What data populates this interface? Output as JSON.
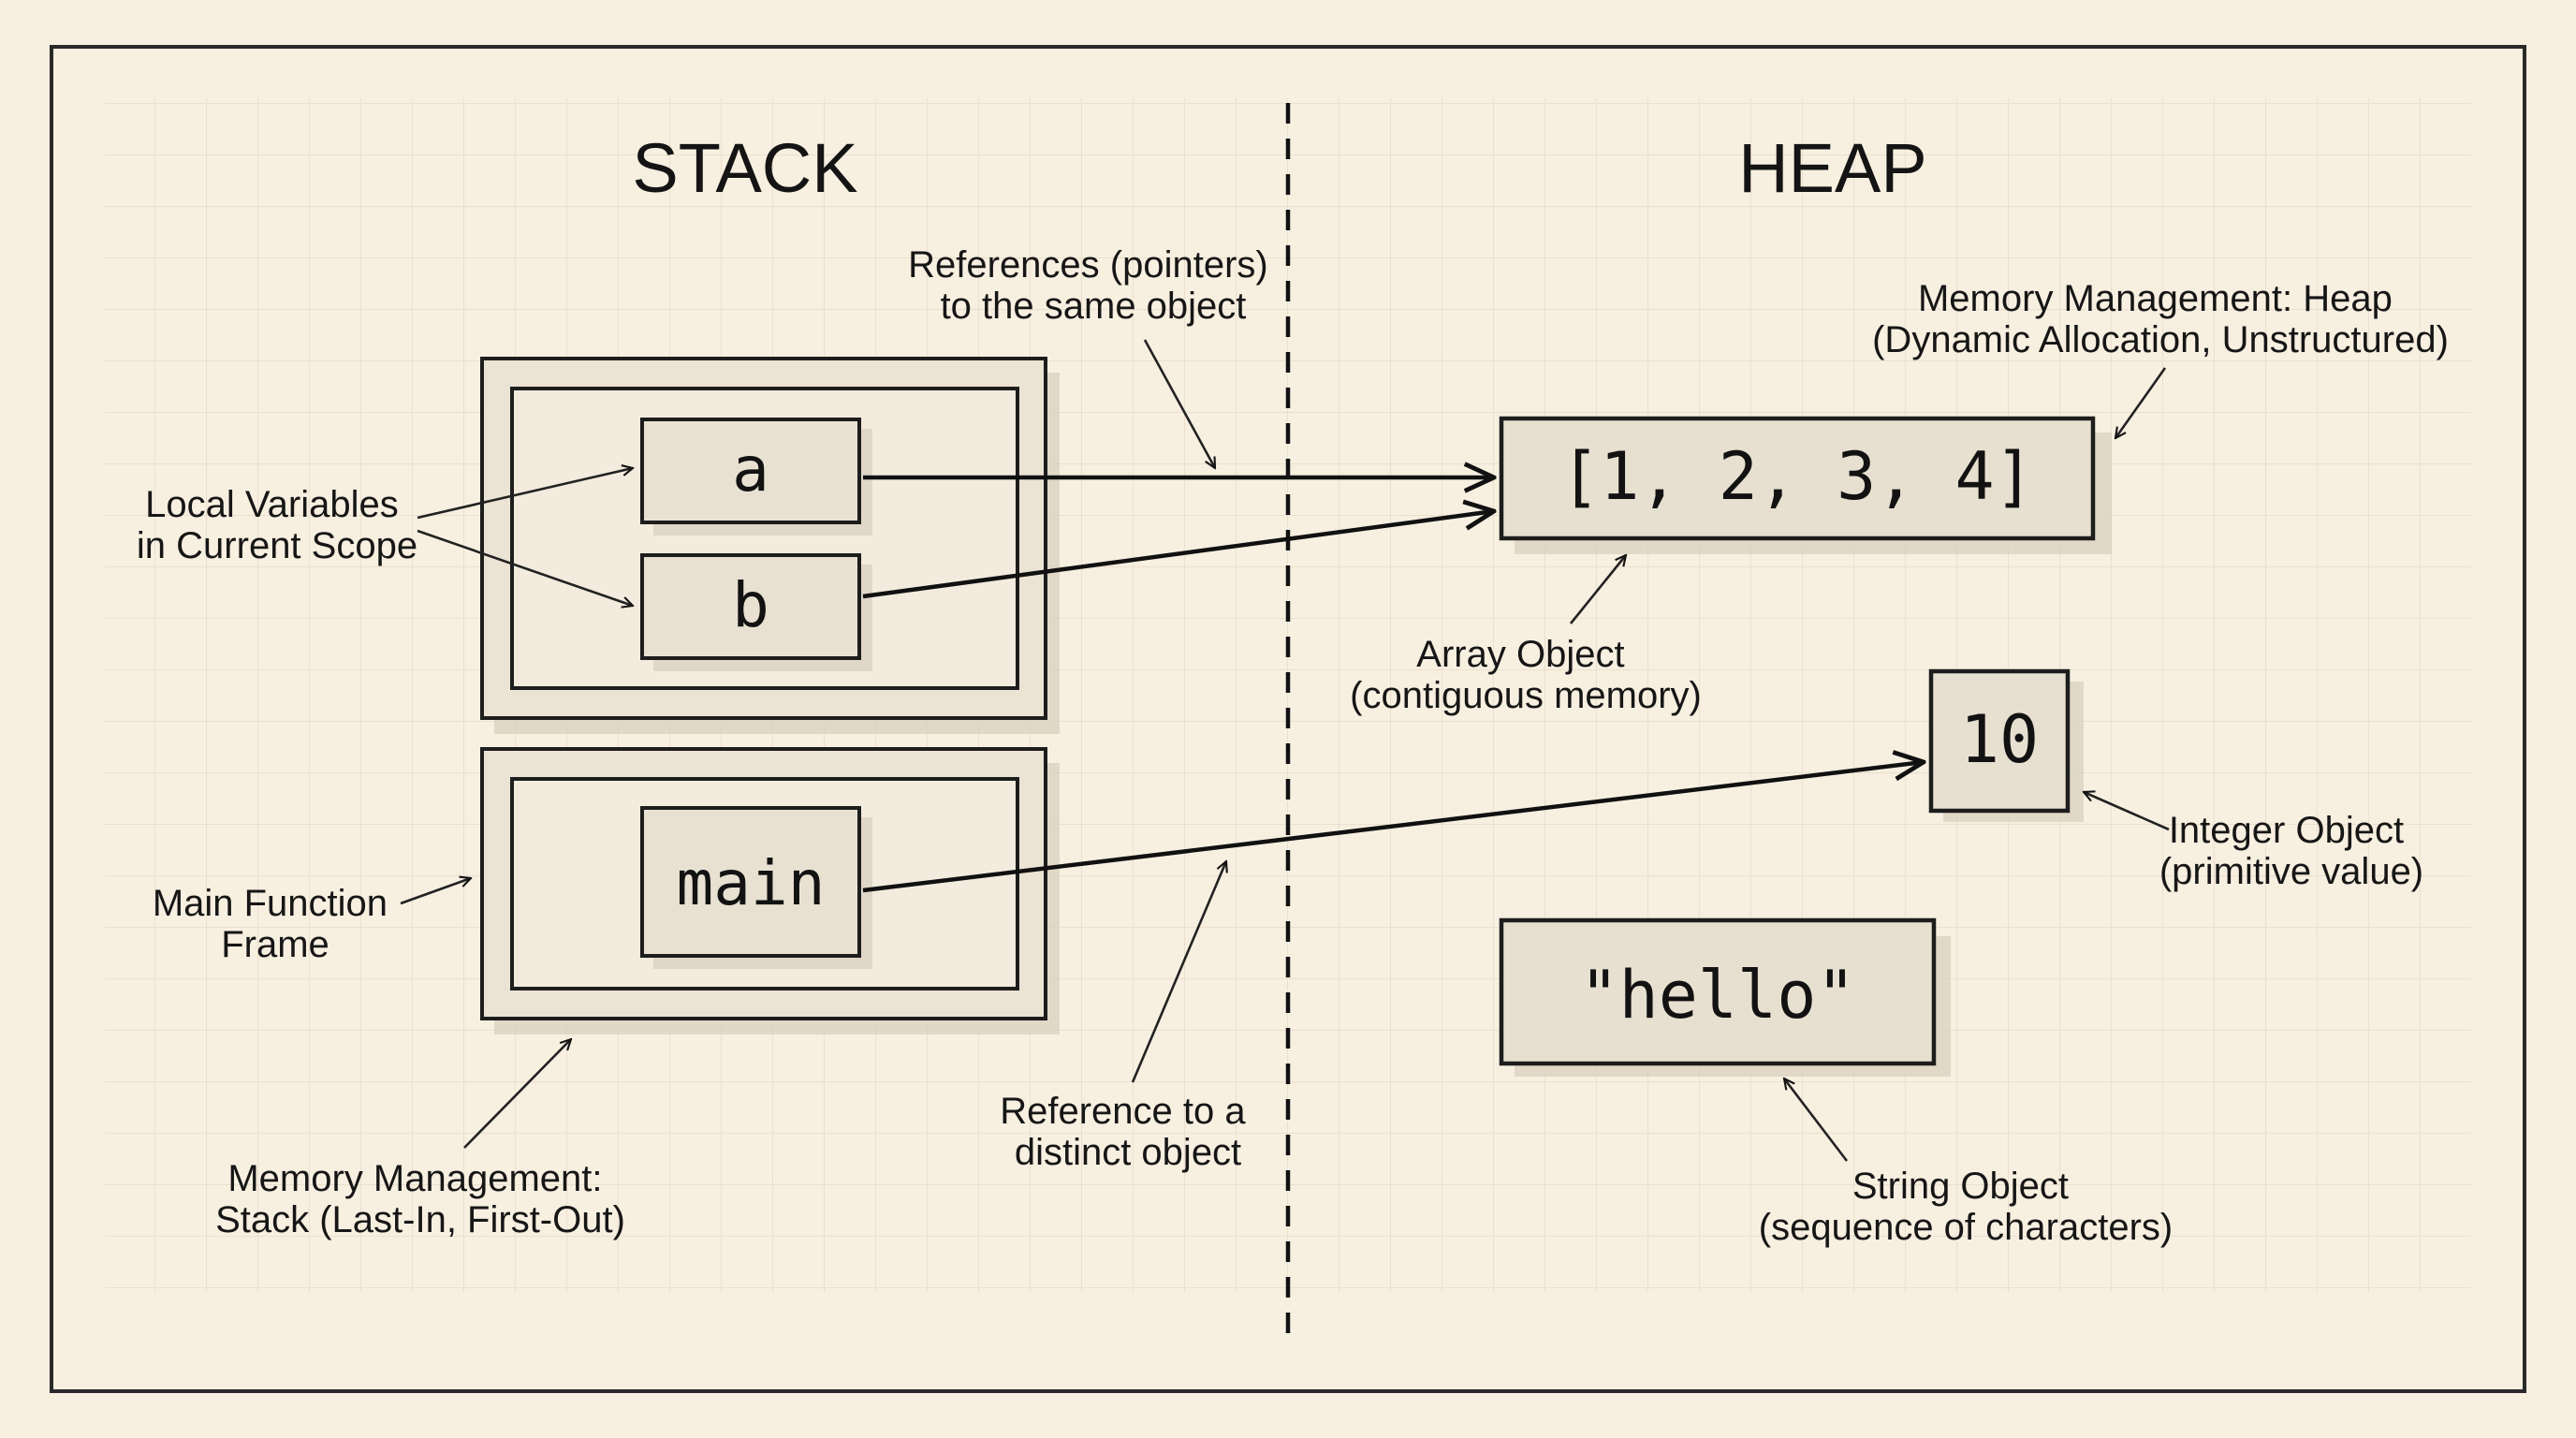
{
  "stack": {
    "title": "STACK",
    "vars": {
      "a": "a",
      "b": "b",
      "main": "main"
    }
  },
  "heap": {
    "title": "HEAP",
    "array": "[1, 2, 3, 4]",
    "integer": "10",
    "string": "\"hello\""
  },
  "annotations": {
    "local_vars": [
      "Local Variables",
      "in Current Scope"
    ],
    "main_frame": [
      "Main Function",
      "Frame"
    ],
    "stack_mgmt": [
      "Memory Management:",
      "Stack (Last-In, First-Out)"
    ],
    "same_ref": [
      "References (pointers)",
      "to the same object"
    ],
    "distinct_ref": [
      "Reference to a",
      "distinct object"
    ],
    "heap_mgmt": [
      "Memory Management: Heap",
      "(Dynamic Allocation, Unstructured)"
    ],
    "array_obj": [
      "Array Object",
      "(contiguous memory)"
    ],
    "int_obj": [
      "Integer Object",
      "(primitive value)"
    ],
    "string_obj": [
      "String Object",
      "(sequence of characters)"
    ]
  }
}
